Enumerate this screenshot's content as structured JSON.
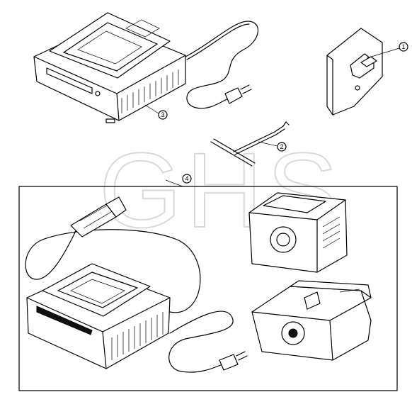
{
  "watermark": {
    "text": "GHS",
    "color": "#d9d9d9"
  },
  "callouts": [
    {
      "id": "c1",
      "label": "1"
    },
    {
      "id": "c2",
      "label": "2"
    },
    {
      "id": "c3",
      "label": "3"
    },
    {
      "id": "c4",
      "label": "4"
    }
  ],
  "colors": {
    "line": "#000000",
    "background": "#ffffff"
  }
}
